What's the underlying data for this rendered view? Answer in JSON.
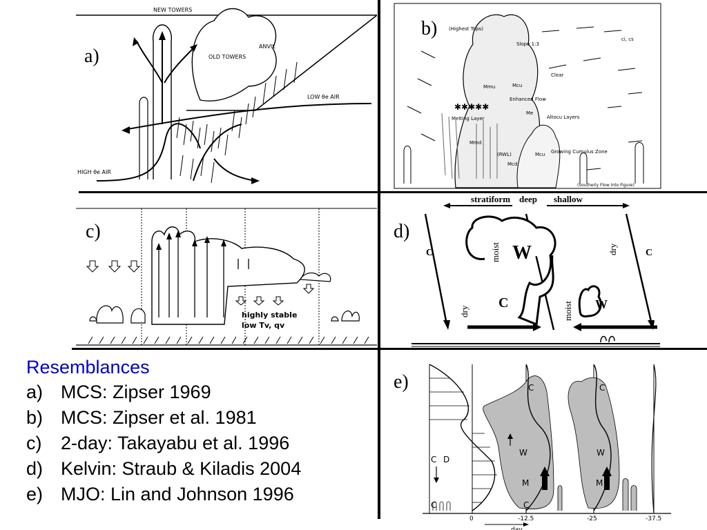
{
  "panels": {
    "a": {
      "label": "a)",
      "text": {
        "new_towers": "NEW TOWERS",
        "old_towers": "OLD TOWERS",
        "anvil": "ANVIL",
        "low_air": "LOW θe AIR",
        "high_air": "HIGH θe AIR"
      }
    },
    "b": {
      "label": "b)",
      "text": {
        "highest_tops": "(Highest Tops)",
        "slope": "Slope 1:3",
        "ci_cs": "ci, cs",
        "clear": "Clear",
        "m_mu": "Mmu",
        "m_cu": "Mcu",
        "enhanced_flow": "Enhanced Flow",
        "melting_layer": "Melting Layer",
        "m_e": "Me",
        "altocu_layers": "Altocu Layers",
        "m_md": "Mmd",
        "rw": "(RWL)",
        "m_cd": "Mcd",
        "m_cu2": "Mcu",
        "growing_cumulus": "Growing Cumulus Zone",
        "southerly": "(Southerly Flow Into Figure)"
      }
    },
    "c": {
      "label": "c)",
      "text": {
        "stable1": "highly stable",
        "stable2": "low Tv, qv"
      }
    },
    "d": {
      "label": "d)",
      "text": {
        "stratiform": "stratiform",
        "deep": "deep",
        "shallow": "shallow",
        "moist": "moist",
        "W": "W",
        "C": "C",
        "dry": "dry",
        "C_left": "C",
        "C_right": "C"
      }
    },
    "e": {
      "label": "e)",
      "text": {
        "C": "C",
        "D": "D",
        "W": "W",
        "M": "M",
        "ticks": [
          "0",
          "-12.5",
          "-25",
          "-37.5"
        ],
        "xlabel": "day"
      }
    }
  },
  "legend": {
    "heading": "Resemblances",
    "items": [
      {
        "marker": "a)",
        "text": "MCS: Zipser 1969"
      },
      {
        "marker": "b)",
        "text": "MCS: Zipser et al. 1981"
      },
      {
        "marker": "c)",
        "text": "2-day: Takayabu et al. 1996"
      },
      {
        "marker": "d)",
        "text": "Kelvin: Straub & Kiladis 2004"
      },
      {
        "marker": "e)",
        "text": "MJO: Lin and Johnson 1996"
      }
    ]
  }
}
